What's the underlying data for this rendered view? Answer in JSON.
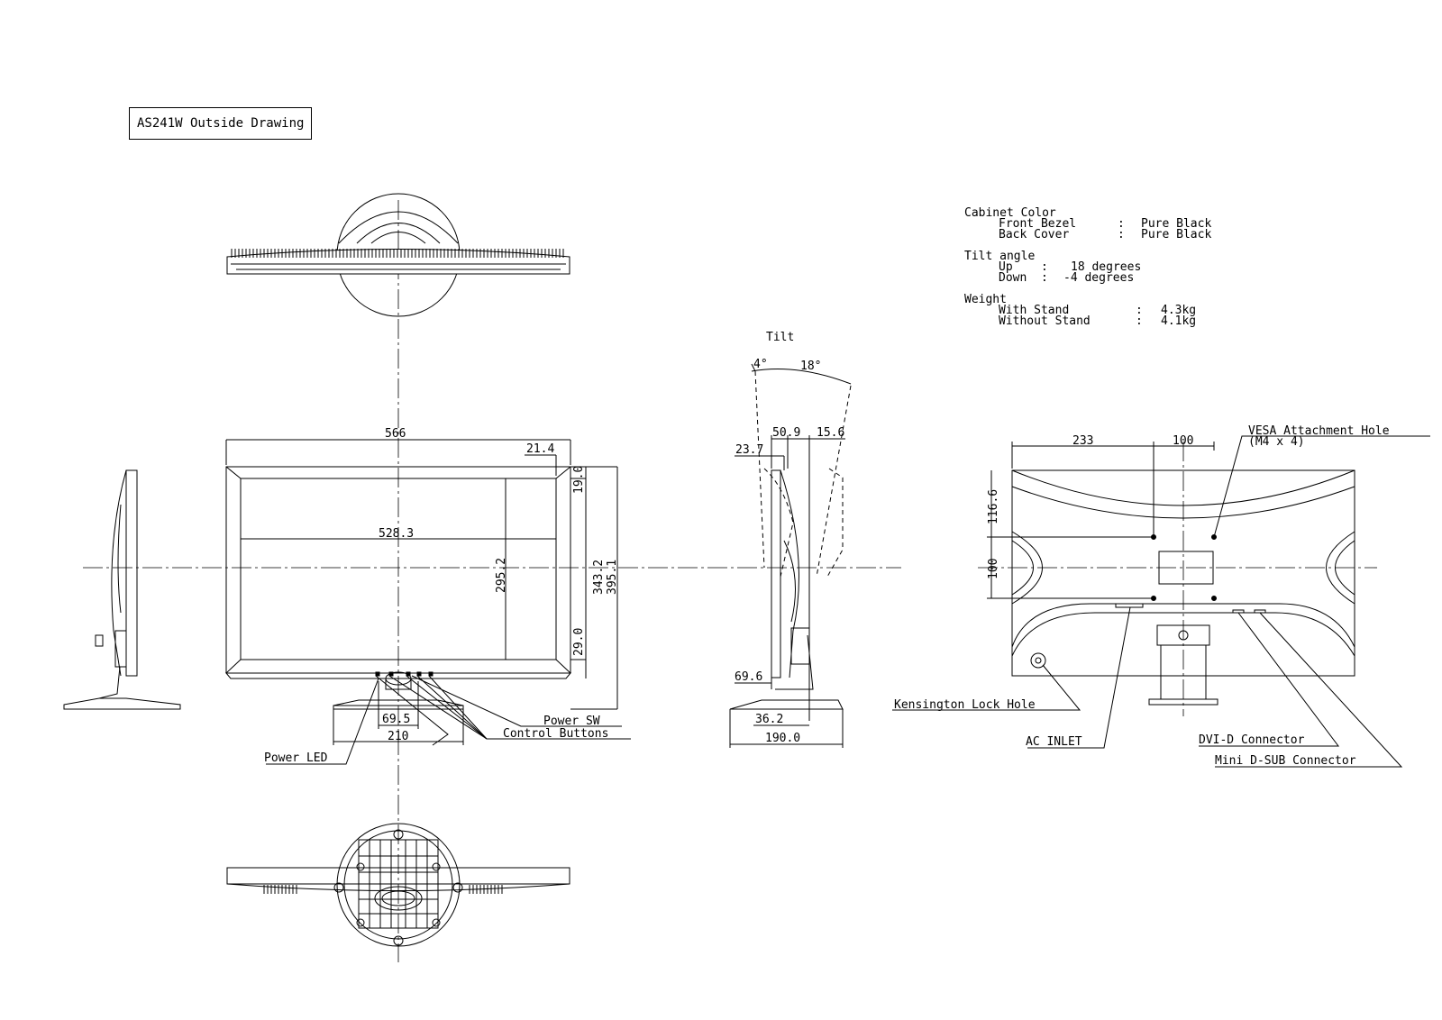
{
  "title": "AS241W Outside Drawing",
  "specs": {
    "cabinet_color": {
      "heading": "Cabinet Color",
      "front_bezel_label": "Front Bezel",
      "front_bezel_value": "Pure Black",
      "back_cover_label": "Back Cover",
      "back_cover_value": "Pure Black"
    },
    "tilt_angle": {
      "heading": "Tilt angle",
      "up_label": "Up",
      "up_value": "18 degrees",
      "down_label": "Down",
      "down_value": "-4 degrees"
    },
    "weight": {
      "heading": "Weight",
      "with_stand_label": "With Stand",
      "with_stand_value": "4.3kg",
      "without_stand_label": "Without Stand",
      "without_stand_value": "4.1kg"
    }
  },
  "dimensions": {
    "overall_width": "566",
    "bezel_side": "21.4",
    "screen_width": "528.3",
    "screen_height": "295.2",
    "panel_height": "343.2",
    "total_height": "395.1",
    "bezel_top": "19.0",
    "bezel_bottom": "29.0",
    "stand_neck": "69.5",
    "stand_width": "210",
    "side_depth_top": "50.9",
    "side_depth_panel": "15.6",
    "side_offset": "23.7",
    "side_base_height": "69.6",
    "side_base_offset": "36.2",
    "stand_depth": "190.0",
    "vesa_offset": "233",
    "vesa_spacing_h": "100",
    "vesa_from_top": "116.6",
    "vesa_spacing_v": "100"
  },
  "tilt": {
    "label": "Tilt",
    "down_angle": "4°",
    "up_angle": "18°"
  },
  "callouts": {
    "power_sw": "Power SW",
    "control_buttons": "Control Buttons",
    "power_led": "Power LED",
    "vesa_hole": "VESA Attachment Hole",
    "vesa_hole_spec": "(M4 x 4)",
    "kensington": "Kensington Lock Hole",
    "ac_inlet": "AC INLET",
    "dvi": "DVI-D Connector",
    "dsub": "Mini D-SUB Connector"
  }
}
